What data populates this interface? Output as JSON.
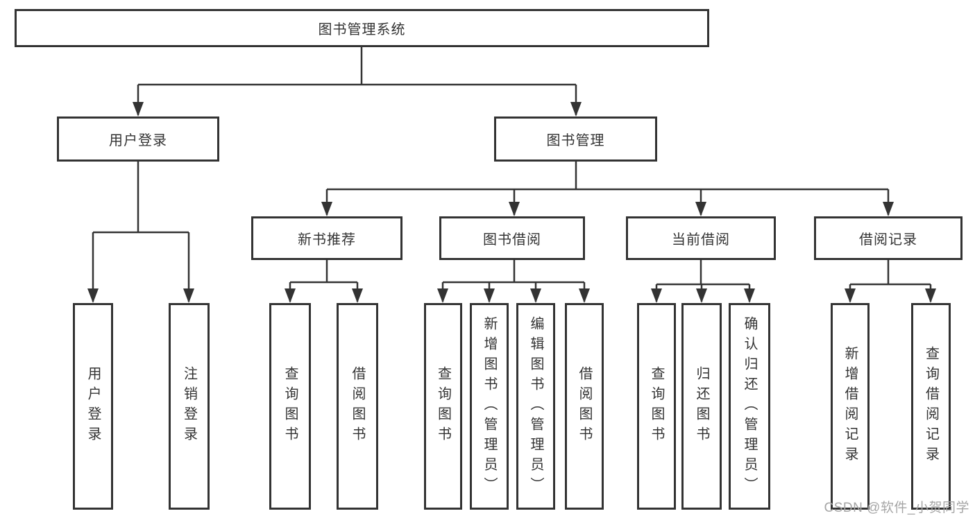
{
  "tree": {
    "root": {
      "label": "图书管理系统"
    },
    "user_login": {
      "label": "用户登录",
      "children": {
        "login": "用户登录",
        "logout": "注销登录"
      }
    },
    "book_mgmt": {
      "label": "图书管理"
    },
    "new_book": {
      "label": "新书推荐",
      "children": {
        "query": "查询图书",
        "borrow": "借阅图书"
      }
    },
    "book_borrow": {
      "label": "图书借阅",
      "children": {
        "query": "查询图书",
        "add": "新增图书（管理员）",
        "edit": "编辑图书（管理员）",
        "borrow": "借阅图书"
      }
    },
    "current_borrow": {
      "label": "当前借阅",
      "children": {
        "query": "查询图书",
        "return": "归还图书",
        "confirm": "确认归还（管理员）"
      }
    },
    "borrow_record": {
      "label": "借阅记录",
      "children": {
        "add": "新增借阅记录",
        "query": "查询借阅记录"
      }
    }
  },
  "watermark": "CSDN @软件_小贺同学",
  "colors": {
    "line": "#333333",
    "box_border": "#333333",
    "text": "#333333",
    "watermark": "#a6a6a6",
    "background": "#ffffff"
  }
}
